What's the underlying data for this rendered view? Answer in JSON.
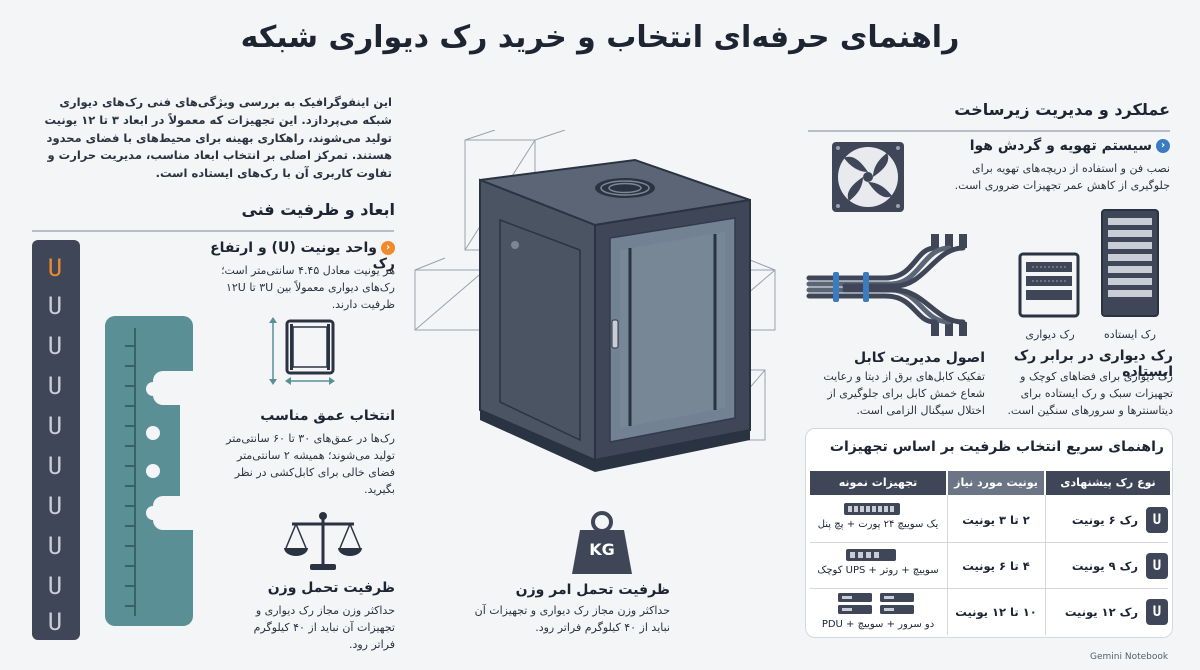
{
  "title": "راهنمای حرفه‌ای انتخاب و خرید رک دیواری شبکه",
  "intro": "این اینفوگرافیک به بررسی ویژگی‌های فنی رک‌های دیواری شبکه می‌پردازد. این تجهیزات که معمولاً در ابعاد ۳ تا ۱۲ یونیت تولید می‌شوند، راهکاری بهینه برای محیط‌های با فضای محدود هستند. تمرکز اصلی بر انتخاب ابعاد مناسب، مدیریت حرارت و تفاوت کاربری آن با رک‌های ایستاده است.",
  "dimensions": {
    "heading": "ابعاد و ظرفیت فنی",
    "unit": {
      "title": "واحد یونیت (U) و ارتفاع رک",
      "text": "هر یونیت معادل ۴.۴۵ سانتی‌متر است؛ رک‌های دیواری معمولاً بین ۳U تا ۱۲U ظرفیت دارند."
    },
    "depth": {
      "title": "انتخاب عمق مناسب",
      "text": "رک‌ها در عمق‌های ۳۰ تا ۶۰ سانتی‌متر تولید می‌شوند؛ همیشه ۲ سانتی‌متر فضای خالی برای کابل‌کشی در نظر بگیرید."
    },
    "weight": {
      "title": "ظرفیت تحمل وزن",
      "text": "حداکثر وزن مجاز رک دیواری و تجهیزات آن نباید از ۴۰ کیلوگرم فراتر رود."
    },
    "weight_center": {
      "title": "ظرفیت تحمل امر وزن",
      "text": "حداکثر وزن مجاز رک دیواری و تجهیزات آن نباید از ۴۰ کیلوگرم فراتر رود.",
      "kg_label": "KG"
    }
  },
  "ruler": {
    "symbol": "U"
  },
  "performance": {
    "heading": "عملکرد و مدیریت زیرساخت",
    "airflow": {
      "title": "سیستم تهویه و گردش هوا",
      "text": "نصب فن و استفاده از دریچه‌های تهویه برای جلوگیری از کاهش عمر تجهیزات ضروری است."
    },
    "cable": {
      "title": "اصول مدیریت کابل",
      "text": "تفکیک کابل‌های برق از دیتا و رعایت شعاع خمش کابل برای جلوگیری از اختلال سیگنال الزامی است."
    },
    "versus": {
      "title": "رک دیواری در برابر رک ایستاده",
      "text": "رک دیواری برای فضاهای کوچک و تجهیزات سبک و رک ایستاده برای دیتاسنترها و سرورهای سنگین است.",
      "wall_label": "رک دیواری",
      "floor_label": "رک ایستاده"
    }
  },
  "table": {
    "heading": "راهنمای سریع انتخاب ظرفیت بر اساس تجهیزات",
    "headers": [
      "نوع رک پیشنهادی",
      "یونیت مورد نیاز",
      "تجهیزات نمونه"
    ],
    "rows": [
      {
        "rack": "رک ۶ یونیت",
        "units": "۲ تا ۳ یونیت",
        "equipment": "یک سوییچ ۲۴ پورت + پچ پنل"
      },
      {
        "rack": "رک ۹ یونیت",
        "units": "۴ تا ۶ یونیت",
        "equipment": "سوییچ + روتر + UPS کوچک"
      },
      {
        "rack": "رک ۱۲ یونیت",
        "units": "۱۰ تا ۱۲ یونیت",
        "equipment": "دو سرور + سوییچ + PDU"
      }
    ]
  },
  "footer": {
    "brand": "Gemini Notebook"
  },
  "colors": {
    "dark": "#3e4657",
    "accent": "#f08a2c",
    "teal": "#5a8f95",
    "blue": "#3b7bbf"
  }
}
